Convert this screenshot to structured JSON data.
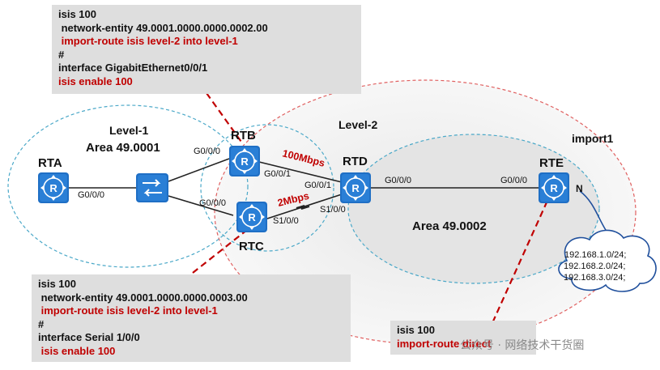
{
  "routers": {
    "rta": {
      "name": "RTA",
      "port": "G0/0/0"
    },
    "rtb": {
      "name": "RTB",
      "port_left": "G0/0/0",
      "port_right": "G0/0/1"
    },
    "rtc": {
      "name": "RTC",
      "port_left": "G0/0/0",
      "port_right": "S1/0/0"
    },
    "rtd": {
      "name": "RTD",
      "port_upper": "G0/0/1",
      "port_lower": "S1/0/0",
      "port_right": "G0/0/0"
    },
    "rte": {
      "name": "RTE",
      "port": "G0/0/0"
    }
  },
  "areas": {
    "level1": {
      "title": "Level-1",
      "area": "Area 49.0001"
    },
    "level2": {
      "title": "Level-2",
      "area": "Area 49.0002"
    }
  },
  "links": {
    "rtb_rtd_speed": "100Mbps",
    "rtc_rtd_speed": "2Mbps"
  },
  "import_label": "import1",
  "cloud_routes": [
    "192.168.1.0/24;",
    "192.168.2.0/24;",
    "192.168.3.0/24;"
  ],
  "config_top": [
    {
      "text": "isis 100",
      "red": false
    },
    {
      "text": " network-entity 49.0001.0000.0000.0002.00",
      "red": false
    },
    {
      "text": " import-route isis level-2 into level-1",
      "red": true
    },
    {
      "text": "#",
      "red": false
    },
    {
      "text": "interface GigabitEthernet0/0/1",
      "red": false
    },
    {
      "text": "isis enable 100",
      "red": true
    }
  ],
  "config_bottom": [
    {
      "text": "isis 100",
      "red": false
    },
    {
      "text": " network-entity 49.0001.0000.0000.0003.00",
      "red": false
    },
    {
      "text": " import-route isis level-2 into level-1",
      "red": true
    },
    {
      "text": "#",
      "red": false
    },
    {
      "text": "interface Serial 1/0/0",
      "red": false
    },
    {
      "text": " isis enable 100",
      "red": true
    }
  ],
  "config_rte": [
    {
      "text": "isis 100",
      "red": false
    },
    {
      "text": "import-route direct",
      "red": true
    }
  ],
  "watermark": "公众号 · 网络技术干货圈",
  "colors": {
    "router": "#1f6fc5",
    "link_red": "#c00000",
    "dashed_cyan": "#4aa8c8"
  }
}
